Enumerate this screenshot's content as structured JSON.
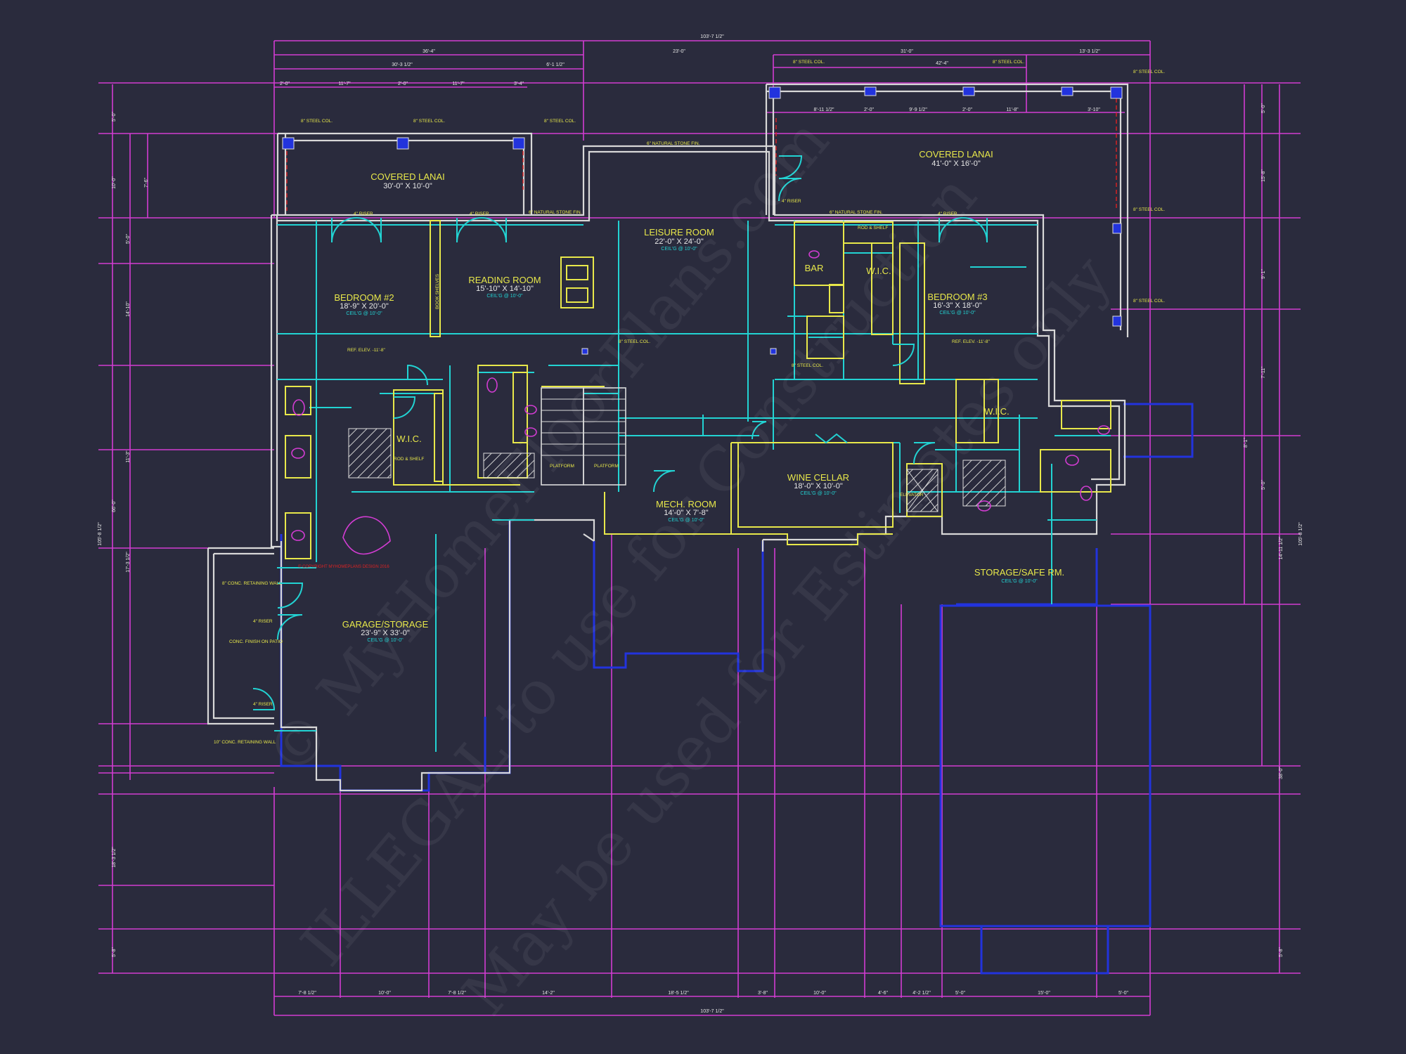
{
  "overall_dims": {
    "top_total": "103'-7 1/2\"",
    "bottom_total": "103'-7 1/2\"",
    "left_total": "105'-8 1/2\"",
    "right_total": "105'-8 1/2\""
  },
  "top_dims": [
    "36'-4\"",
    "23'-0\"",
    "31'-0\"",
    "13'-3 1/2\"",
    "30'-3 1/2\"",
    "6'-1 1/2\"",
    "42'-4\"",
    "11'-7\"",
    "2'-0\"",
    "11'-7\"",
    "3'-4\"",
    "2'-0\"",
    "8'-11 1/2\"",
    "2'-0\"",
    "9'-9 1/2\"",
    "2'-0\"",
    "11'-8\"",
    "3'-10\""
  ],
  "bottom_dims": [
    "7'-8 1/2\"",
    "10'-0\"",
    "7'-8 1/2\"",
    "14'-2\"",
    "18'-5 1/2\"",
    "3'-8\"",
    "10'-0\"",
    "4'-6\"",
    "4'-2 1/2\"",
    "5'-0\"",
    "15'-0\"",
    "5'-0\""
  ],
  "left_dims": [
    "5'-0\"",
    "10'-0\"",
    "17'-3 1/2\"",
    "14'-10\"",
    "5'-0\"",
    "11'-3\"",
    "18'-3 1/2\"",
    "5'-8\"",
    "66'-0\"",
    "7'-6\""
  ],
  "right_dims": [
    "5'-0\"",
    "15'-8\"",
    "9'-1\"",
    "7'-11\"",
    "5'-0\"",
    "14'-11 1/2\"",
    "38'-0\"",
    "5'-8\"",
    "8'-1\""
  ],
  "rooms": [
    {
      "id": "covered-lanai-left",
      "name": "COVERED LANAI",
      "size": "30'-0\" X 10'-0\"",
      "ceil": ""
    },
    {
      "id": "covered-lanai-right",
      "name": "COVERED LANAI",
      "size": "41'-0\" X 16'-0\"",
      "ceil": ""
    },
    {
      "id": "leisure-room",
      "name": "LEISURE ROOM",
      "size": "22'-0\" X 24'-0\"",
      "ceil": "CEIL'G @ 10'-0\""
    },
    {
      "id": "reading-room",
      "name": "READING ROOM",
      "size": "15'-10\" X 14'-10\"",
      "ceil": "CEIL'G @ 10'-0\""
    },
    {
      "id": "bedroom-2",
      "name": "BEDROOM #2",
      "size": "18'-9\" X 20'-0\"",
      "ceil": "CEIL'G @ 10'-0\""
    },
    {
      "id": "bedroom-3",
      "name": "BEDROOM #3",
      "size": "16'-3\" X 18'-0\"",
      "ceil": "CEIL'G @ 10'-0\""
    },
    {
      "id": "bar",
      "name": "BAR",
      "size": "",
      "ceil": ""
    },
    {
      "id": "wic-left",
      "name": "W.I.C.",
      "size": "",
      "ceil": ""
    },
    {
      "id": "wic-center",
      "name": "W.I.C.",
      "size": "",
      "ceil": ""
    },
    {
      "id": "wic-right",
      "name": "W.I.C.",
      "size": "",
      "ceil": ""
    },
    {
      "id": "wine-cellar",
      "name": "WINE CELLAR",
      "size": "18'-0\" X 10'-0\"",
      "ceil": "CEIL'G @ 10'-0\""
    },
    {
      "id": "mech-room",
      "name": "MECH. ROOM",
      "size": "14'-0\" X 7'-8\"",
      "ceil": "CEIL'G @ 10'-0\""
    },
    {
      "id": "garage-storage",
      "name": "GARAGE/STORAGE",
      "size": "23'-9\" X 33'-0\"",
      "ceil": "CEIL'G @ 10'-0\""
    },
    {
      "id": "storage-safe",
      "name": "STORAGE/SAFE RM.",
      "size": "",
      "ceil": "CEIL'G @ 10'-0\""
    }
  ],
  "notes": {
    "steel_col": "8\" STEEL COL.",
    "natural_stone": "6\" NATURAL STONE FIN.",
    "riser": "4\" RISER",
    "ref_elev": "REF. ELEV. -11'-8\"",
    "conc_wall_8": "8\" CONC. RETAINING WALL",
    "conc_wall_10": "10\" CONC. RETAINING WALL",
    "conc_finish": "CONC. FINISH ON PATIO",
    "elevator": "ELEVATOR",
    "platform": "PLATFORM",
    "book_shelves": "BOOK SHELVES",
    "rod_shelf": "ROD & SHELF",
    "copyright": "© COPYRIGHT MYHOMEPLANS DESIGN 2016"
  },
  "watermark": {
    "line1": "© MyHomeFloorPlans.com",
    "line2": "ILLEGAL to use for Construction",
    "line3": "May be used for Estimates only"
  }
}
